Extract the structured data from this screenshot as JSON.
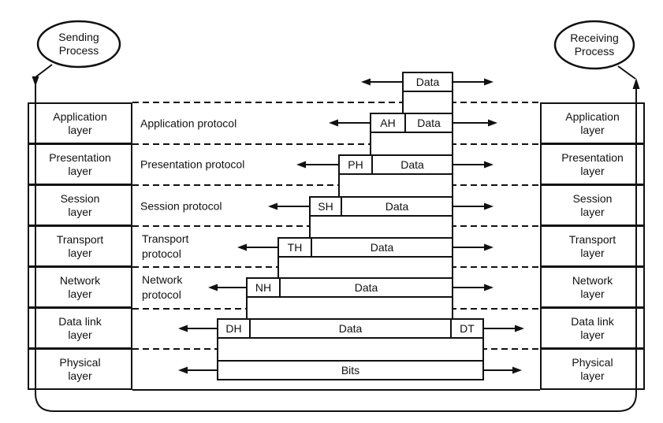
{
  "sender": {
    "line1": "Sending",
    "line2": "Process"
  },
  "receiver": {
    "line1": "Receiving",
    "line2": "Process"
  },
  "layers": [
    {
      "line1": "Application",
      "line2": "layer"
    },
    {
      "line1": "Presentation",
      "line2": "layer"
    },
    {
      "line1": "Session",
      "line2": "layer"
    },
    {
      "line1": "Transport",
      "line2": "layer"
    },
    {
      "line1": "Network",
      "line2": "layer"
    },
    {
      "line1": "Data link",
      "line2": "layer"
    },
    {
      "line1": "Physical",
      "line2": "layer"
    }
  ],
  "protocols": [
    {
      "line1": "Application protocol"
    },
    {
      "line1": "Presentation protocol"
    },
    {
      "line1": "Session protocol"
    },
    {
      "line1": "Transport",
      "line2": "protocol"
    },
    {
      "line1": "Network",
      "line2": "protocol"
    }
  ],
  "pdus": [
    {
      "payload": "Data"
    },
    {
      "header": "AH",
      "payload": "Data"
    },
    {
      "header": "PH",
      "payload": "Data"
    },
    {
      "header": "SH",
      "payload": "Data"
    },
    {
      "header": "TH",
      "payload": "Data"
    },
    {
      "header": "NH",
      "payload": "Data"
    },
    {
      "header": "DH",
      "payload": "Data",
      "trailer": "DT"
    },
    {
      "payload": "Bits"
    }
  ],
  "colors": {
    "line": "#111111",
    "background": "#ffffff"
  }
}
